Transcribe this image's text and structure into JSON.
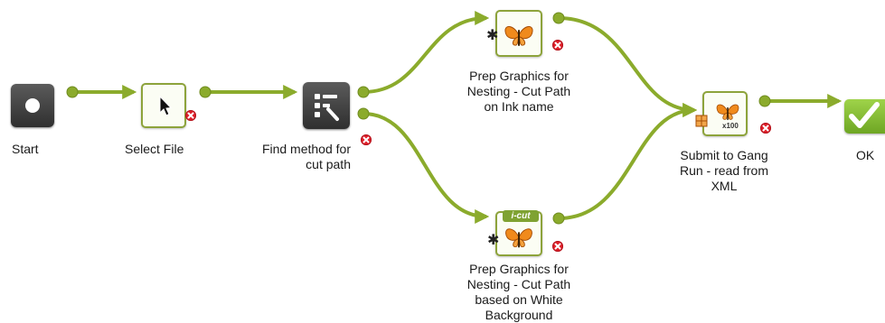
{
  "nodes": {
    "start": {
      "label": "Start"
    },
    "select_file": {
      "label": "Select File"
    },
    "find_method": {
      "label_line1": "Find method for",
      "label_line2": "cut path"
    },
    "prep_ink": {
      "label_line1": "Prep Graphics for",
      "label_line2": "Nesting - Cut Path",
      "label_line3": "on Ink name"
    },
    "prep_white": {
      "badge": "i-cut",
      "label_line1": "Prep Graphics for",
      "label_line2": "Nesting - Cut Path",
      "label_line3": "based on White",
      "label_line4": "Background"
    },
    "submit_gang": {
      "badge": "x100",
      "label_line1": "Submit to Gang",
      "label_line2": "Run - read from",
      "label_line3": "XML"
    },
    "ok": {
      "label": "OK"
    }
  },
  "colors": {
    "connector": "#8bab2c",
    "connector_light": "#b5cf5a",
    "error": "#e0202a",
    "node_dark": "#3d3d3d",
    "node_border": "#8da33b",
    "ok_green": "#7cb82f"
  },
  "icons": {
    "start": "record-icon",
    "select_file": "cursor-arrow-icon",
    "find_method": "list-filter-icon",
    "prep": "butterfly-icon",
    "submit": "butterfly-grid-icon",
    "ok": "checkmark-icon",
    "error": "error-x-icon"
  }
}
